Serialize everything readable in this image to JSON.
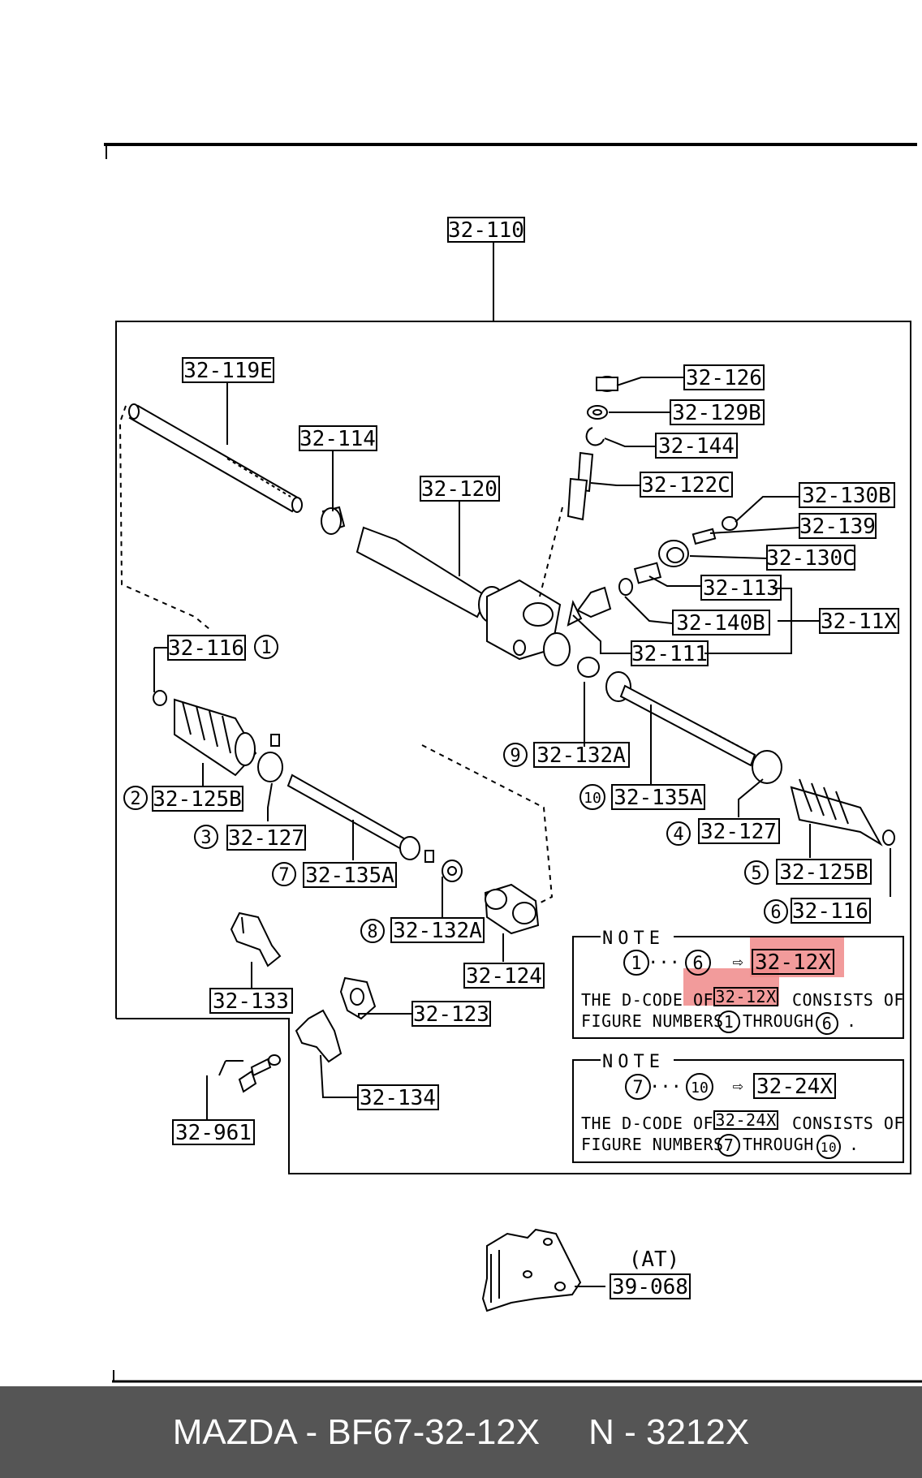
{
  "labels": {
    "l110": "32-110",
    "l119e": "32-119E",
    "l114": "32-114",
    "l120": "32-120",
    "l126": "32-126",
    "l129b": "32-129B",
    "l144": "32-144",
    "l122c": "32-122C",
    "l130b": "32-130B",
    "l139": "32-139",
    "l130c": "32-130C",
    "l113": "32-113",
    "l140b": "32-140B",
    "l11x": "32-11X",
    "l111": "32-111",
    "l116a": "32-116",
    "l125b_left": "32-125B",
    "l127_left": "32-127",
    "l135a_left": "32-135A",
    "l132a_left": "32-132A",
    "l124": "32-124",
    "l133": "32-133",
    "l123": "32-123",
    "l134": "32-134",
    "l961": "32-961",
    "l132a_right": "32-132A",
    "l135a_right": "32-135A",
    "l127_right": "32-127",
    "l125b_right": "32-125B",
    "l116b": "32-116",
    "l068": "39-068",
    "at": "(AT)"
  },
  "circled": {
    "c1": "1",
    "c2": "2",
    "c3": "3",
    "c4": "4",
    "c5": "5",
    "c6": "6",
    "c7": "7",
    "c8": "8",
    "c9": "9",
    "c10": "10"
  },
  "note1": {
    "heading": "NOTE",
    "range_start": "1",
    "range_end": "6",
    "code": "32-12X",
    "line1_pre": "THE D-CODE OF",
    "line1_code": "32-12X",
    "line1_post": "CONSISTS OF",
    "line2_pre": "FIGURE NUMBERS",
    "line2_from": "1",
    "line2_mid": "THROUGH",
    "line2_to": "6",
    "line2_end": "."
  },
  "note2": {
    "heading": "NOTE",
    "range_start": "7",
    "range_end": "10",
    "code": "32-24X",
    "line1_pre": "THE D-CODE OF",
    "line1_code": "32-24X",
    "line1_post": "CONSISTS OF",
    "line2_pre": "FIGURE NUMBERS",
    "line2_from": "7",
    "line2_mid": "THROUGH",
    "line2_to": "10",
    "line2_end": "."
  },
  "footer": {
    "part": "MAZDA - BF67-32-12X",
    "cross": "N - 3212X"
  },
  "colors": {
    "highlight": "#f08a8a",
    "footer_bg": "#555555",
    "ink": "#000000"
  }
}
